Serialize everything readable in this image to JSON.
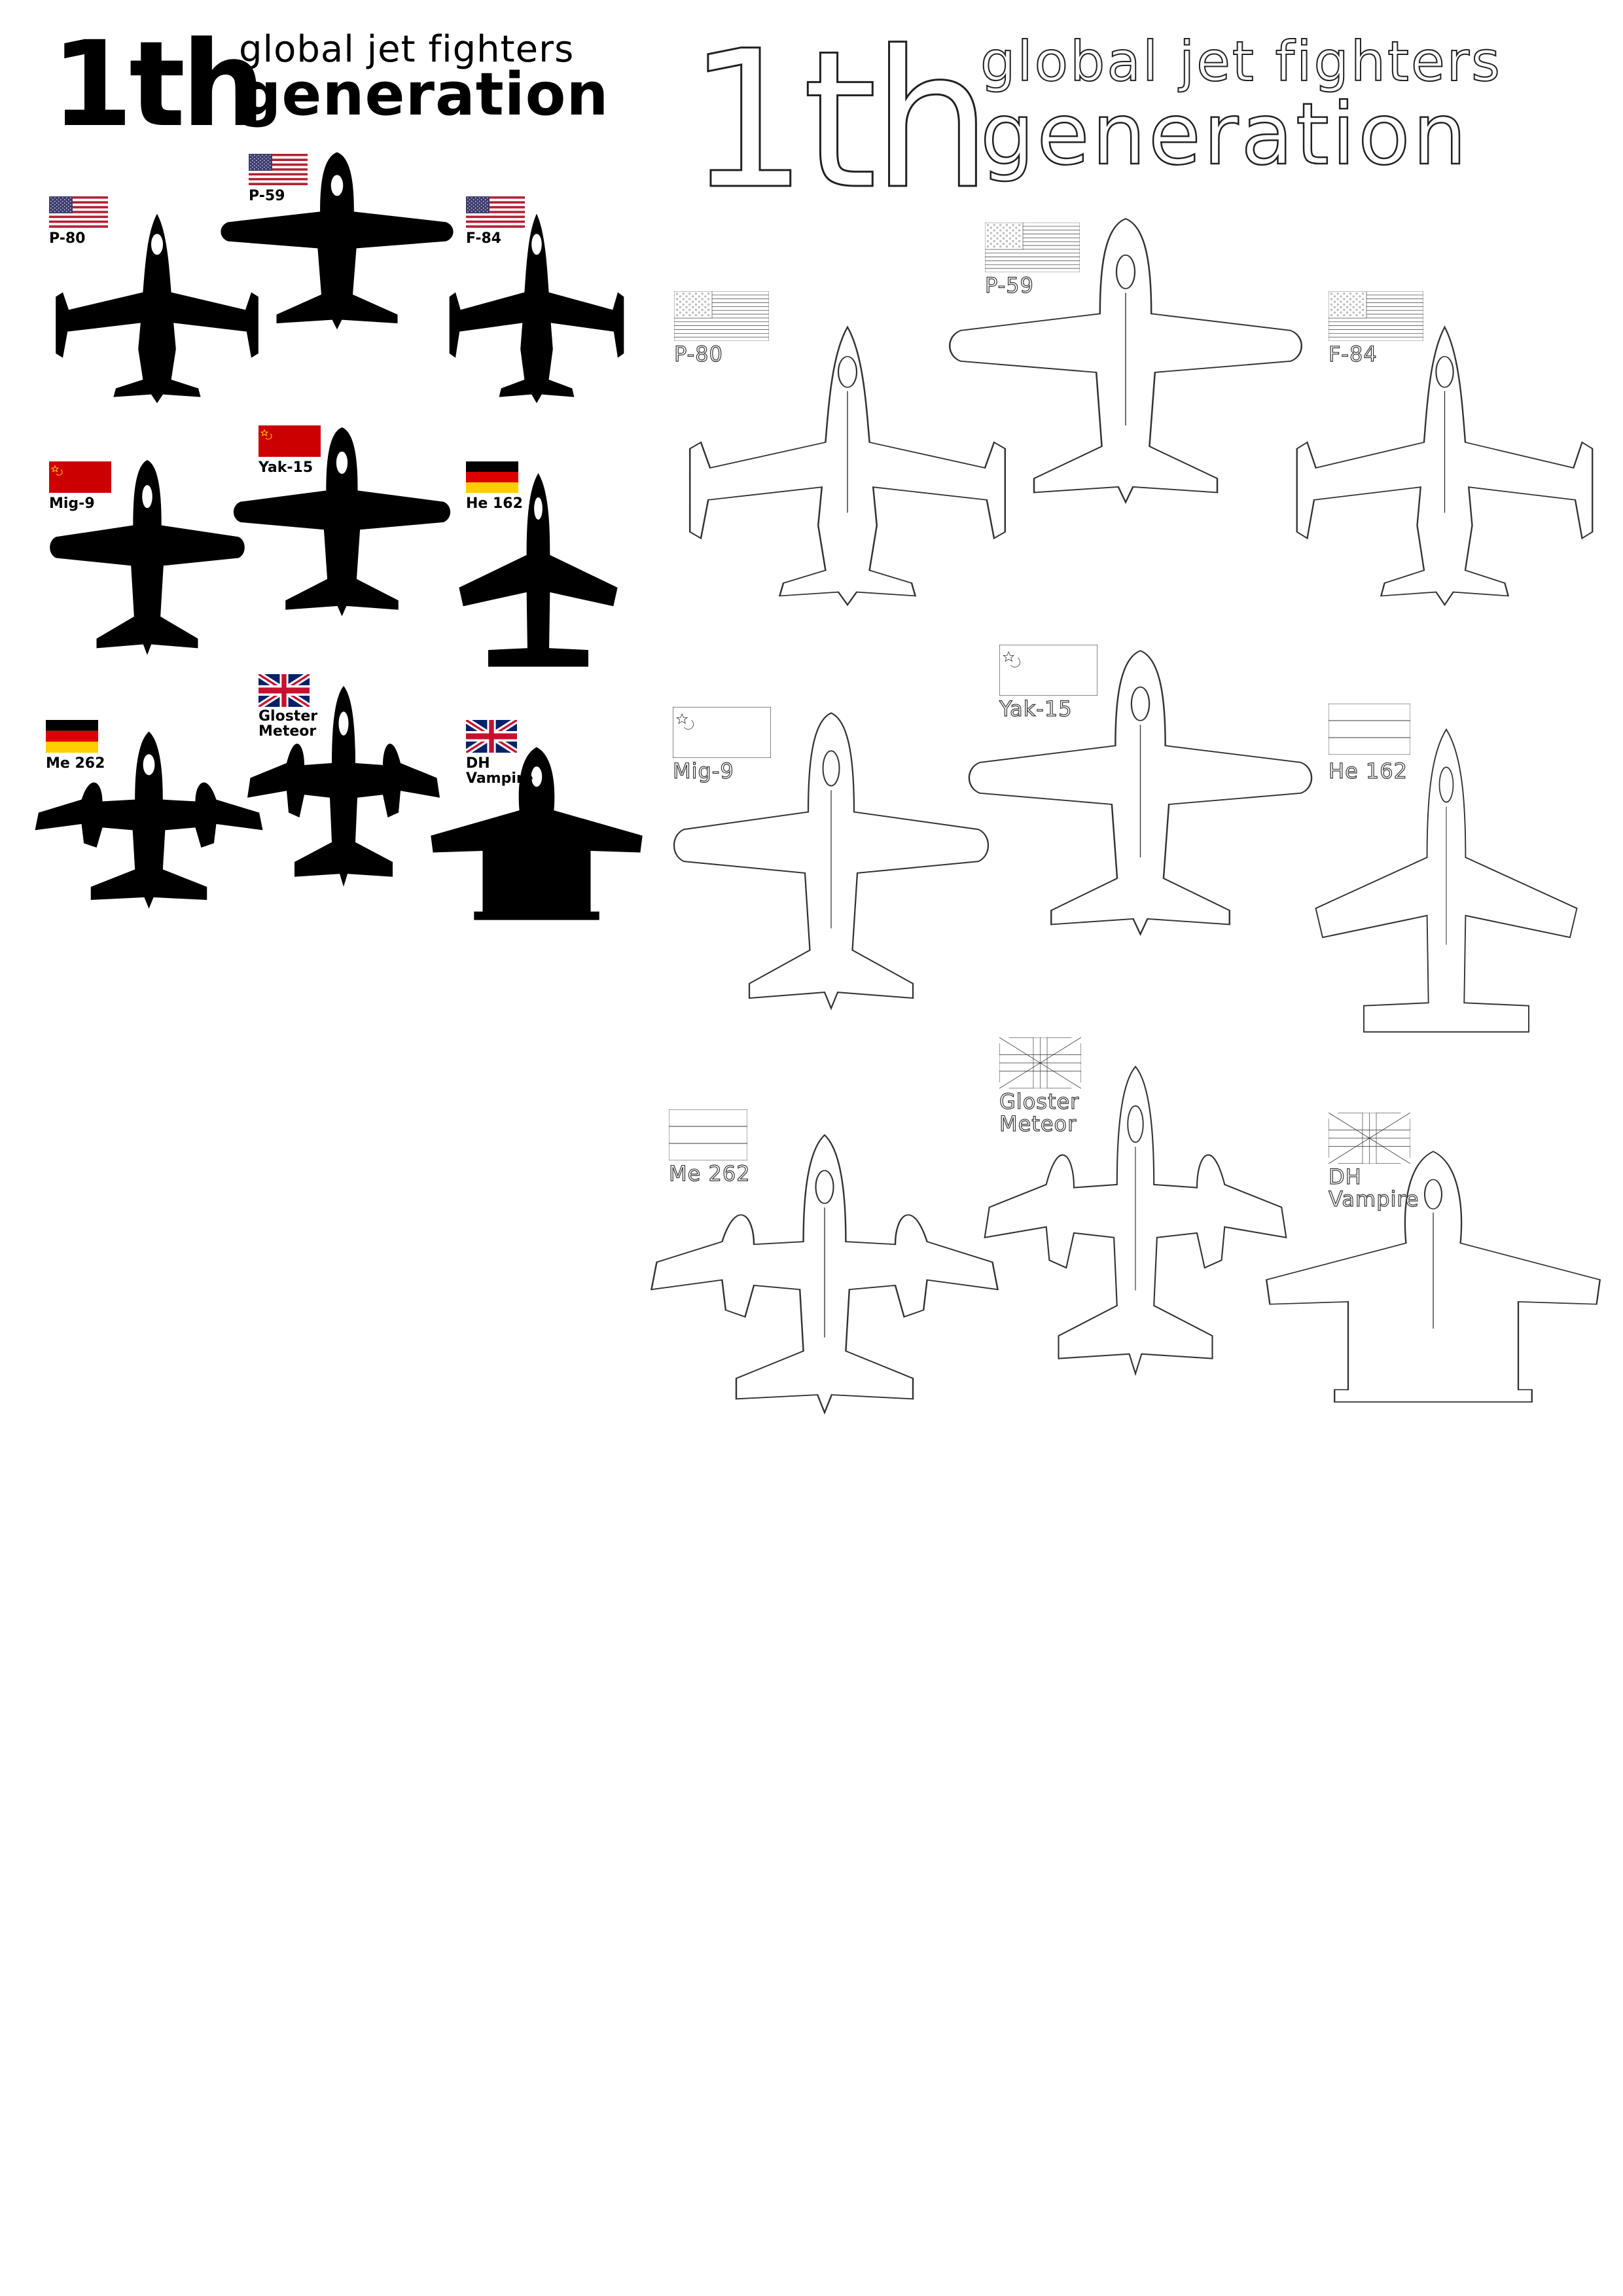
{
  "poster": {
    "title_number": "1th",
    "title_line1": "global jet fighters",
    "title_line2": "generation"
  },
  "colors": {
    "silhouette_fill": "#000000",
    "outline_stroke": "#333333",
    "usa_red": "#B22234",
    "usa_blue": "#3C3B6E",
    "ussr_red": "#CC0000",
    "ussr_gold": "#FFD700",
    "germany_black": "#000000",
    "germany_red": "#DD0000",
    "germany_gold": "#FFCE00",
    "uk_blue": "#012169",
    "uk_red": "#C8102E"
  },
  "icons": {
    "usa": "usa-flag-icon",
    "ussr": "ussr-flag-icon",
    "germany": "germany-flag-icon",
    "uk": "uk-flag-icon"
  },
  "aircraft": [
    {
      "id": "p80",
      "name": "P-80",
      "country": "usa",
      "type": "straight"
    },
    {
      "id": "p59",
      "name": "P-59",
      "country": "usa",
      "type": "wide"
    },
    {
      "id": "f84",
      "name": "F-84",
      "country": "usa",
      "type": "straight"
    },
    {
      "id": "mig9",
      "name": "Mig-9",
      "country": "ussr",
      "type": "wide"
    },
    {
      "id": "yak15",
      "name": "Yak-15",
      "country": "ussr",
      "type": "wide"
    },
    {
      "id": "he162",
      "name": "He 162",
      "country": "germany",
      "type": "swept"
    },
    {
      "id": "me262",
      "name": "Me 262",
      "country": "germany",
      "type": "twin"
    },
    {
      "id": "meteor",
      "name": "Gloster\nMeteor",
      "country": "uk",
      "type": "twin"
    },
    {
      "id": "vampire",
      "name": "DH\nVampire",
      "country": "uk",
      "type": "boom"
    }
  ]
}
